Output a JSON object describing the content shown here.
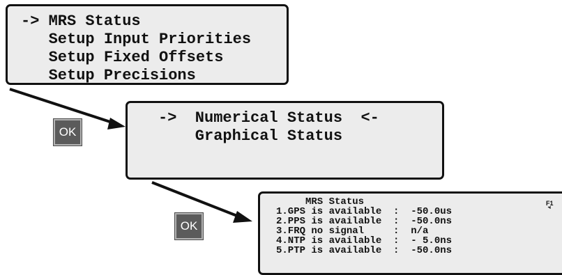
{
  "screens": [
    {
      "lines": [
        "-> MRS Status                <-",
        "   Setup Input Priorities",
        "   Setup Fixed Offsets",
        "   Setup Precisions"
      ],
      "fkey_icon": "f1-softkey-icon"
    },
    {
      "lines": [
        "->  Numerical Status  <-",
        "    Graphical Status"
      ]
    },
    {
      "lines": [
        "     MRS Status",
        "1.GPS is available  :  -50.0us",
        "2.PPS is available  :  -50.0ns",
        "3.FRQ no signal     :  n/a",
        "4.NTP is available  :  - 5.0ns",
        "5.PTP is available  :  -50.0ns"
      ],
      "fkey_icon": "f1-softkey-icon"
    }
  ],
  "buttons": {
    "ok1_label": "OK",
    "ok2_label": "OK"
  },
  "colors": {
    "lcd_background": "#ececec",
    "lcd_border": "#111111",
    "ok_button": "#5b5b5b",
    "arrow": "#111111"
  }
}
